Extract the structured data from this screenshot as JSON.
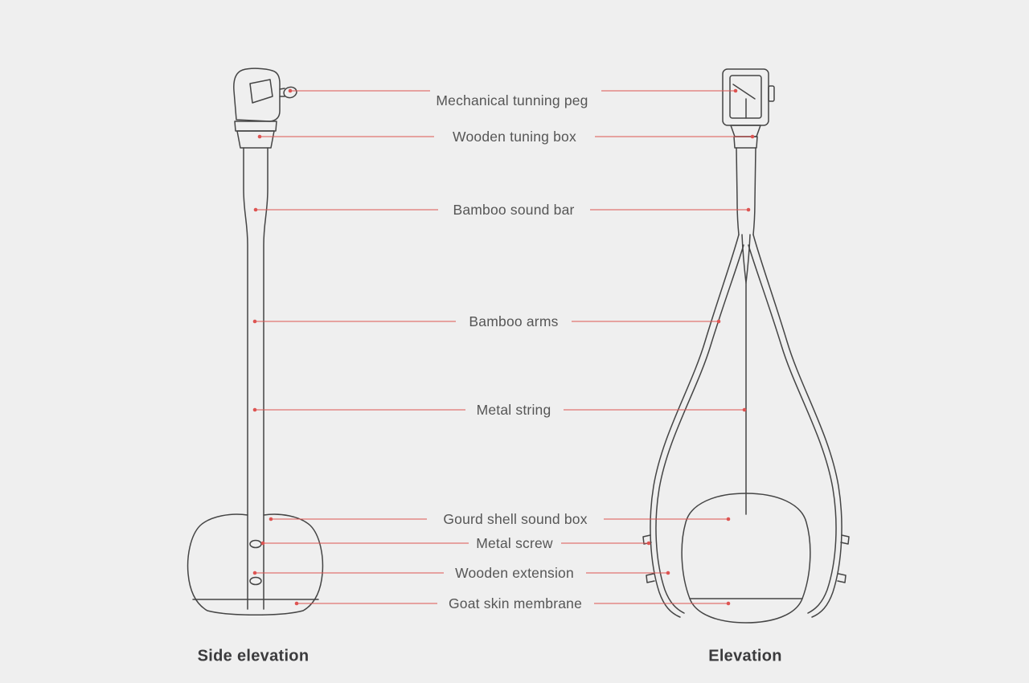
{
  "diagram": {
    "subject": "single-string instrument technical diagram",
    "titles": {
      "side": "Side elevation",
      "front": "Elevation"
    },
    "labels": [
      {
        "id": "mechanical-tuning-peg",
        "text": "Mechanical tunning peg"
      },
      {
        "id": "wooden-tuning-box",
        "text": "Wooden tuning box"
      },
      {
        "id": "bamboo-sound-bar",
        "text": "Bamboo sound bar"
      },
      {
        "id": "bamboo-arms",
        "text": "Bamboo arms"
      },
      {
        "id": "metal-string",
        "text": "Metal string"
      },
      {
        "id": "gourd-shell-sound-box",
        "text": "Gourd shell sound box"
      },
      {
        "id": "metal-screw",
        "text": "Metal screw"
      },
      {
        "id": "wooden-extension",
        "text": "Wooden extension"
      },
      {
        "id": "goat-skin-membrane",
        "text": "Goat skin membrane"
      }
    ]
  },
  "colors": {
    "background": "#efefef",
    "line": "#454545",
    "accent": "#dd5452",
    "label-text": "#565656",
    "title-text": "#3b3b3d"
  }
}
